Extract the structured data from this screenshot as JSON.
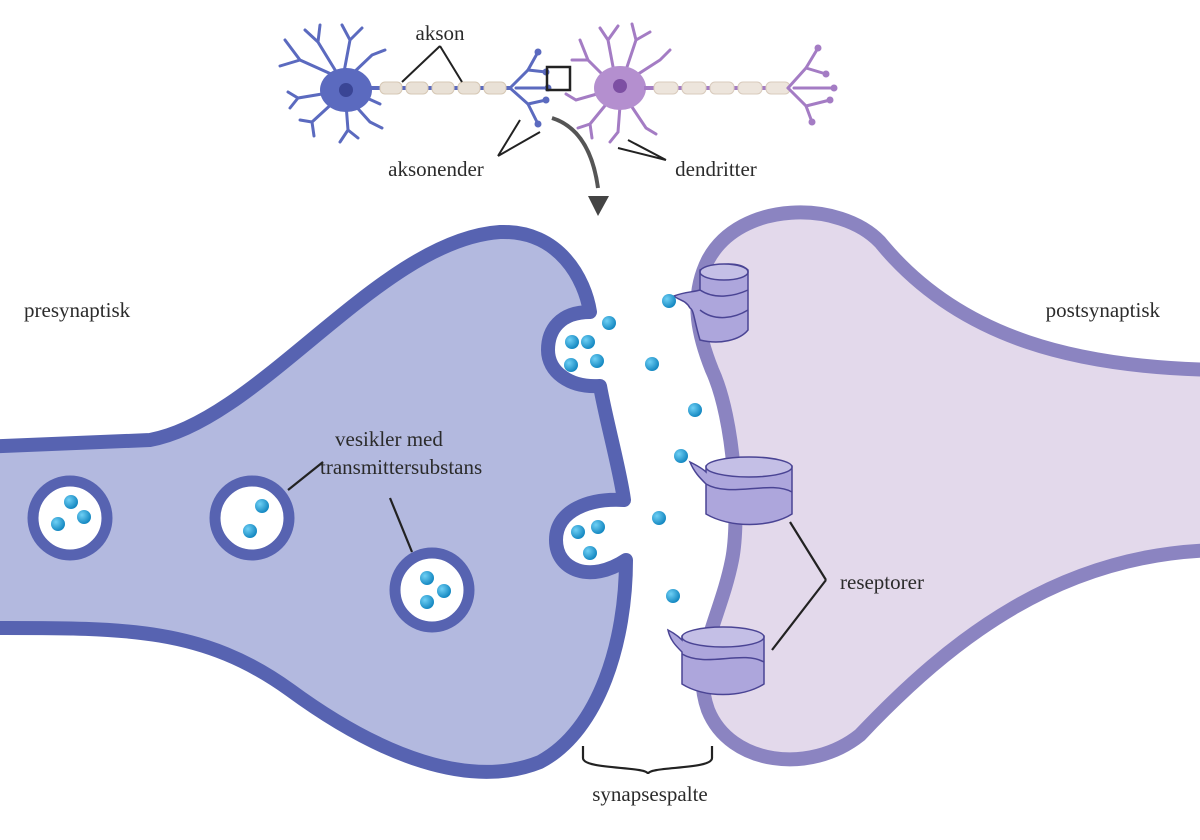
{
  "labels": {
    "axon": "akson",
    "axon_terminals": "aksonender",
    "dendrites": "dendritter",
    "presynaptic": "presynaptisk",
    "postsynaptic": "postsynaptisk",
    "vesicles_line1": "vesikler med",
    "vesicles_line2": "transmittersubstans",
    "receptors": "reseptorer",
    "synaptic_cleft": "synapsespalte"
  },
  "colors": {
    "presynaptic_fill": "#b3b9df",
    "presynaptic_stroke": "#5763b1",
    "postsynaptic_fill": "#e3d9eb",
    "postsynaptic_stroke": "#8b84c1",
    "receptor_fill": "#ada6dc",
    "receptor_stroke": "#4a4494",
    "neurotransmitter": "#1c9ed6",
    "neuron_1": "#5b6abf",
    "neuron_2": "#a47cc4",
    "myelin": "#e9e1d6"
  }
}
